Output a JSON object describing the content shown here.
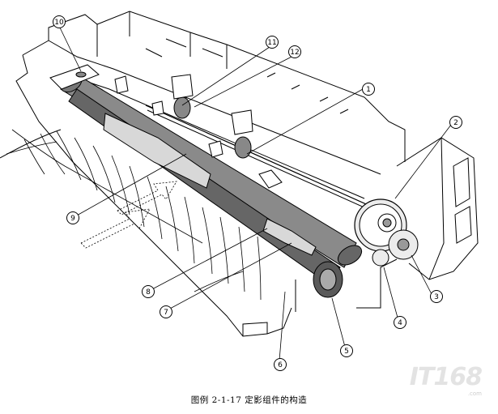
{
  "figure": {
    "caption": "图例 2-1-17 定影组件的构造",
    "callouts": [
      {
        "id": "1",
        "label": "1"
      },
      {
        "id": "2",
        "label": "2"
      },
      {
        "id": "3",
        "label": "3"
      },
      {
        "id": "4",
        "label": "4"
      },
      {
        "id": "5",
        "label": "5"
      },
      {
        "id": "6",
        "label": "6"
      },
      {
        "id": "7",
        "label": "7"
      },
      {
        "id": "8",
        "label": "8"
      },
      {
        "id": "9",
        "label": "9"
      },
      {
        "id": "10",
        "label": "10"
      },
      {
        "id": "11",
        "label": "11"
      },
      {
        "id": "12",
        "label": "12"
      }
    ]
  },
  "watermark": {
    "brand": "IT168",
    "domain": ".com"
  }
}
